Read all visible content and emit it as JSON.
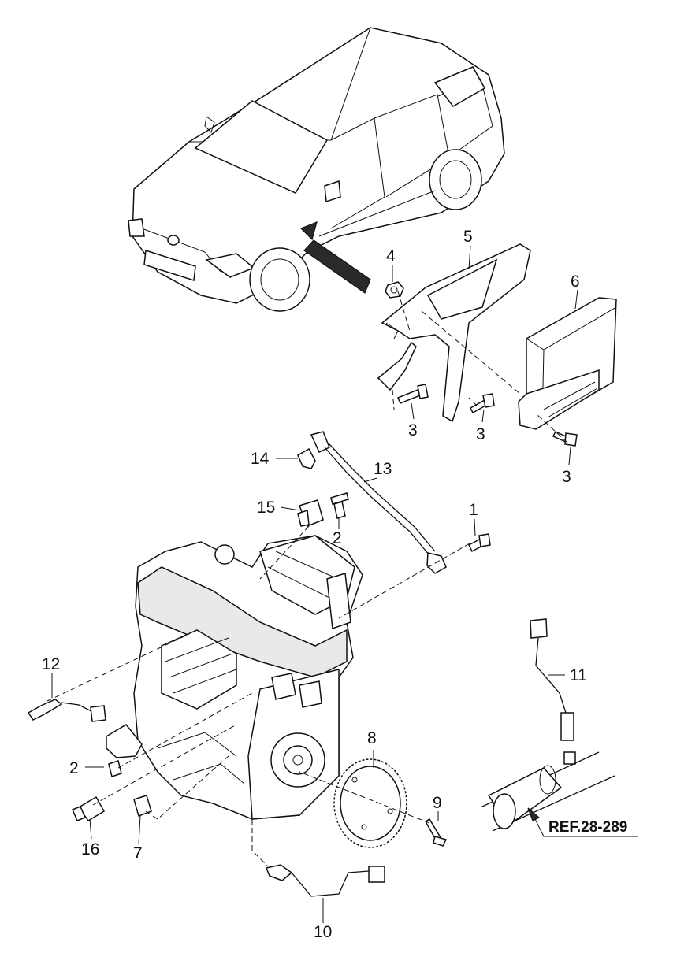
{
  "diagram": {
    "callouts": [
      {
        "id": "c1",
        "label": "1"
      },
      {
        "id": "c2a",
        "label": "2"
      },
      {
        "id": "c2b",
        "label": "2"
      },
      {
        "id": "c3a",
        "label": "3"
      },
      {
        "id": "c3b",
        "label": "3"
      },
      {
        "id": "c3c",
        "label": "3"
      },
      {
        "id": "c4",
        "label": "4"
      },
      {
        "id": "c5",
        "label": "5"
      },
      {
        "id": "c6",
        "label": "6"
      },
      {
        "id": "c7",
        "label": "7"
      },
      {
        "id": "c8",
        "label": "8"
      },
      {
        "id": "c9",
        "label": "9"
      },
      {
        "id": "c10",
        "label": "10"
      },
      {
        "id": "c11",
        "label": "11"
      },
      {
        "id": "c12",
        "label": "12"
      },
      {
        "id": "c13",
        "label": "13"
      },
      {
        "id": "c14",
        "label": "14"
      },
      {
        "id": "c15",
        "label": "15"
      },
      {
        "id": "c16",
        "label": "16"
      }
    ],
    "reference": "REF.28-289"
  }
}
